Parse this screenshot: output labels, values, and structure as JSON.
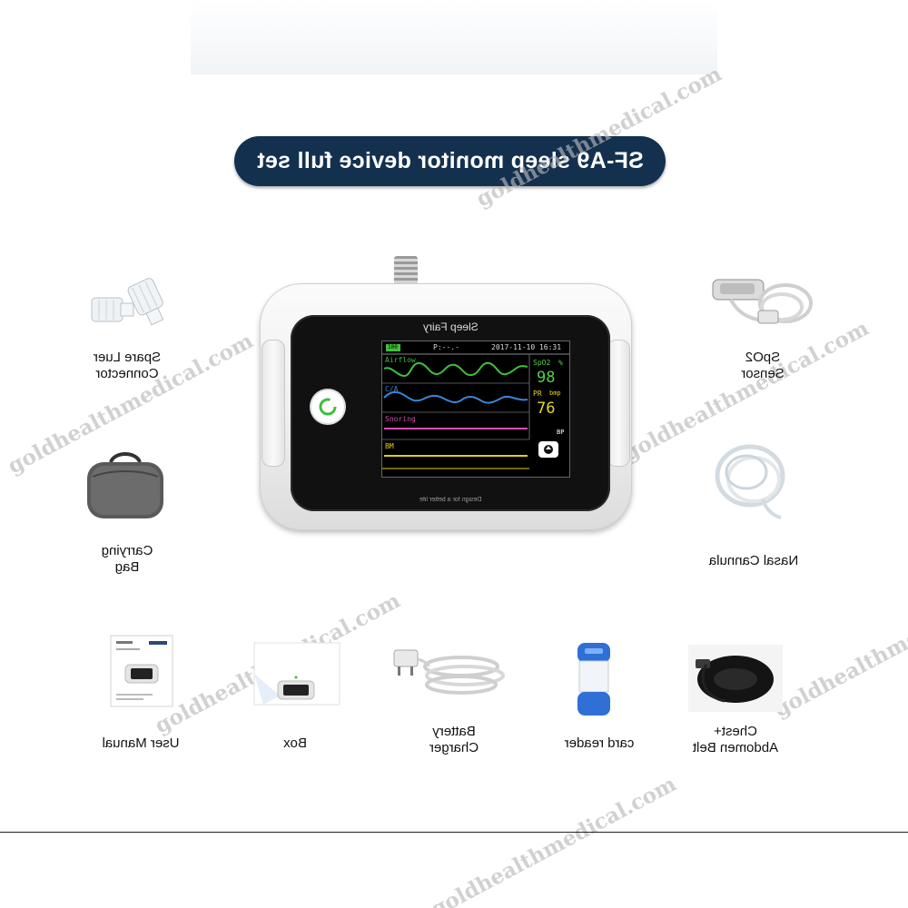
{
  "title": "SF-A9 sleep monitor device full set",
  "watermark": "goldhealthmedical.com",
  "device": {
    "brand": "Sleep Fairy",
    "tagline": "Design for a better life",
    "screen": {
      "datetime": "2017-11-10 16:31",
      "pressure": "P:--.-",
      "battery": "100",
      "traces": [
        "Airflow",
        "C/A",
        "Snoring",
        "BM"
      ],
      "spo2_label": "SpO2",
      "spo2_unit": "%",
      "spo2_value": "98",
      "pr_label": "PR",
      "pr_unit": "bmp",
      "pr_value": "76",
      "bp_label": "BP"
    }
  },
  "accessories": {
    "spare_luer": [
      "Spare Luer",
      "Connector"
    ],
    "carrying_bag": [
      "Carrying",
      "Bag"
    ],
    "spo2_sensor": [
      "SpO2",
      "Sensor"
    ],
    "nasal_cannula": [
      "Nasal Cannula"
    ],
    "user_manual": [
      "User Manual"
    ],
    "box": [
      "Box"
    ],
    "battery_charger": [
      "Battery",
      "Charger"
    ],
    "card_reader": [
      "card reader"
    ],
    "chest_belt": [
      "Chest+",
      "Abdomen Belt"
    ]
  },
  "colors": {
    "title_bg": "#13304f",
    "airflow": "#3fbf3a",
    "ca": "#3a86d8",
    "snoring": "#d64fb0",
    "bm": "#e3d10a",
    "spo2": "#4fd24a",
    "pr": "#e6d91a"
  }
}
